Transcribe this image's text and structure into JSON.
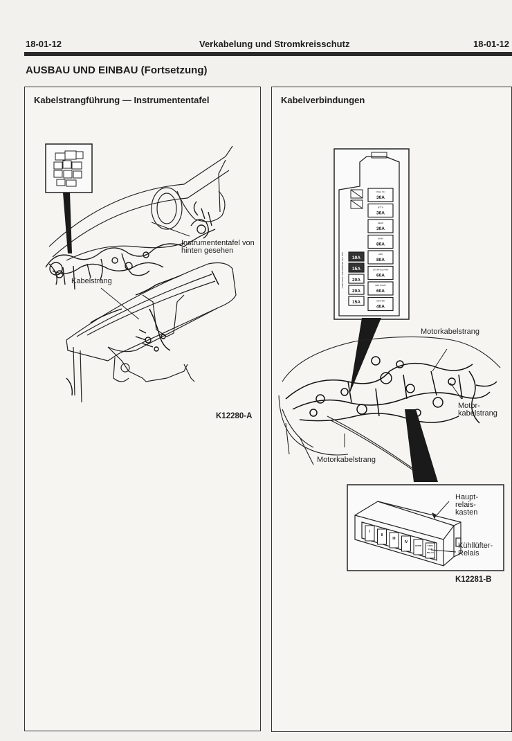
{
  "header": {
    "page_left": "18-01-12",
    "title": "Verkabelung und Stromkreisschutz",
    "page_right": "18-01-12"
  },
  "section_title": "AUSBAU UND EINBAU (Fortsetzung)",
  "left_panel": {
    "title": "Kabelstrangführung — Instrumententafel",
    "labels": {
      "instrument_panel_line1": "Instrumententafel von",
      "instrument_panel_line2": "hinten gesehen",
      "harness": "Kabelstrang"
    },
    "figure_id": "K12280-A"
  },
  "right_panel": {
    "title": "Kabelverbindungen",
    "fuse_box": {
      "fuses_right": [
        {
          "name": "FUEL INJ",
          "rating": "30A"
        },
        {
          "name": "BTTN",
          "rating": "30A"
        },
        {
          "name": "HEAD",
          "rating": "30A"
        },
        {
          "name": "MAIN",
          "rating": "80A"
        },
        {
          "name": "ABS",
          "rating": "80A"
        },
        {
          "name": "STOP/HAZ PWR",
          "rating": "60A"
        },
        {
          "name": "ABS PUMP",
          "rating": "60A"
        },
        {
          "name": "HEATER",
          "rating": "40A"
        }
      ],
      "fuses_left": [
        {
          "name": "",
          "rating": "10A"
        },
        {
          "name": "",
          "rating": "15A"
        },
        {
          "name": "",
          "rating": "20A"
        },
        {
          "name": "",
          "rating": "20A"
        },
        {
          "name": "",
          "rating": "15A"
        }
      ]
    },
    "labels": {
      "engine_harness_top": "Motorkabelstrang",
      "engine_harness_right_line1": "Motor-",
      "engine_harness_right_line2": "kabelstrang",
      "engine_harness_bottom": "Motorkabelstrang",
      "main_relay_line1": "Haupt-",
      "main_relay_line2": "relais-",
      "main_relay_line3": "kasten",
      "fan_relay_line1": "Kühllüfter-",
      "fan_relay_line2": "Relais"
    },
    "relay_box": {
      "slots": [
        "I",
        "II",
        "III",
        "IV",
        "HORN",
        "COOL FAN RELAY"
      ]
    },
    "figure_id": "K12281-B"
  }
}
